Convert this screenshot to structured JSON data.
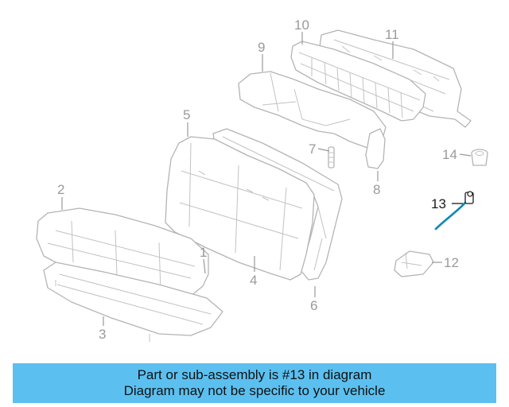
{
  "diagram": {
    "callouts": [
      {
        "id": "1",
        "label": "1"
      },
      {
        "id": "2",
        "label": "2"
      },
      {
        "id": "3",
        "label": "3"
      },
      {
        "id": "4",
        "label": "4"
      },
      {
        "id": "5",
        "label": "5"
      },
      {
        "id": "6",
        "label": "6"
      },
      {
        "id": "7",
        "label": "7"
      },
      {
        "id": "8",
        "label": "8"
      },
      {
        "id": "9",
        "label": "9"
      },
      {
        "id": "10",
        "label": "10"
      },
      {
        "id": "11",
        "label": "11"
      },
      {
        "id": "12",
        "label": "12"
      },
      {
        "id": "13",
        "label": "13"
      },
      {
        "id": "14",
        "label": "14"
      }
    ],
    "highlighted_part": "13",
    "highlight_color": "#2aa7d9",
    "line_color": "#b4b4b4"
  },
  "banner": {
    "line1": "Part or sub-assembly is #13 in diagram",
    "line2": "Diagram may not be specific to your vehicle",
    "background": "#5bc0f0"
  }
}
